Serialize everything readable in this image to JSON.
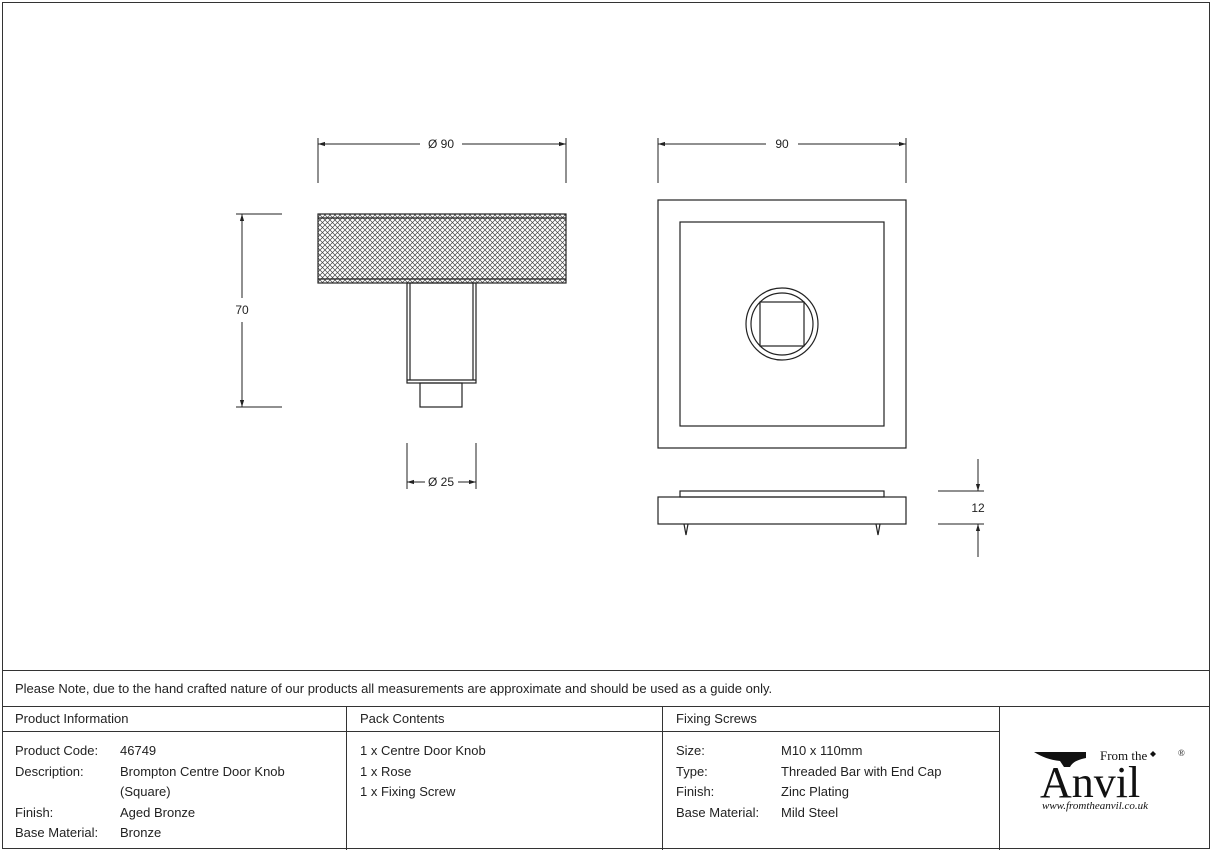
{
  "dimensions": {
    "knob_diameter": "Ø 90",
    "knob_height": "70",
    "spindle_diameter": "Ø 25",
    "rose_width": "90",
    "rose_depth": "12"
  },
  "note": "Please Note, due to the hand crafted nature of our products all measurements are approximate and should be used as a guide only.",
  "product_info": {
    "heading": "Product Information",
    "rows": [
      {
        "label": "Product Code:",
        "value": "46749"
      },
      {
        "label": "Description:",
        "value": "Brompton Centre Door Knob"
      },
      {
        "label": "",
        "value": "(Square)"
      },
      {
        "label": "Finish:",
        "value": "Aged Bronze"
      },
      {
        "label": "Base Material:",
        "value": "Bronze"
      }
    ]
  },
  "pack_contents": {
    "heading": "Pack Contents",
    "items": [
      "1 x Centre Door Knob",
      "1 x Rose",
      "1 x Fixing Screw"
    ]
  },
  "fixing_screws": {
    "heading": "Fixing Screws",
    "rows": [
      {
        "label": "Size:",
        "value": "M10 x 110mm"
      },
      {
        "label": "Type:",
        "value": "Threaded Bar with End Cap"
      },
      {
        "label": "Finish:",
        "value": "Zinc Plating"
      },
      {
        "label": "Base Material:",
        "value": "Mild Steel"
      }
    ]
  },
  "logo": {
    "from_the": "From the",
    "brand": "Anvil",
    "registered": "®",
    "url": "www.fromtheanvil.co.uk"
  }
}
